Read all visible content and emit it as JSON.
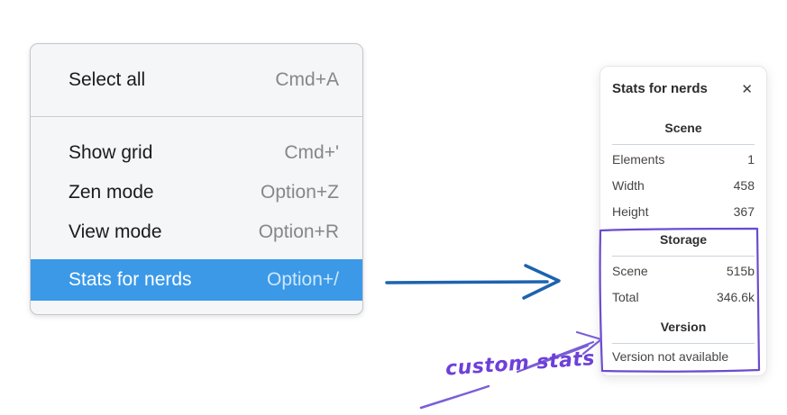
{
  "menu": {
    "items": [
      {
        "label": "Select all",
        "shortcut": "Cmd+A",
        "highlighted": false
      },
      {
        "label": "Show grid",
        "shortcut": "Cmd+'",
        "highlighted": false
      },
      {
        "label": "Zen mode",
        "shortcut": "Option+Z",
        "highlighted": false
      },
      {
        "label": "View mode",
        "shortcut": "Option+R",
        "highlighted": false
      },
      {
        "label": "Stats for nerds",
        "shortcut": "Option+/",
        "highlighted": true
      }
    ],
    "highlight_color": "#3b99e8"
  },
  "stats_panel": {
    "title": "Stats for nerds",
    "close_icon": "✕",
    "sections": [
      {
        "title": "Scene",
        "rows": [
          {
            "label": "Elements",
            "value": "1"
          },
          {
            "label": "Width",
            "value": "458"
          },
          {
            "label": "Height",
            "value": "367"
          }
        ]
      },
      {
        "title": "Storage",
        "rows": [
          {
            "label": "Scene",
            "value": "515b"
          },
          {
            "label": "Total",
            "value": "346.6k"
          }
        ]
      },
      {
        "title": "Version",
        "note": "Version not available"
      }
    ]
  },
  "annotation": {
    "label": "custom stats",
    "color": "#6d40d8"
  },
  "flow_arrow_color": "#1d63ae"
}
